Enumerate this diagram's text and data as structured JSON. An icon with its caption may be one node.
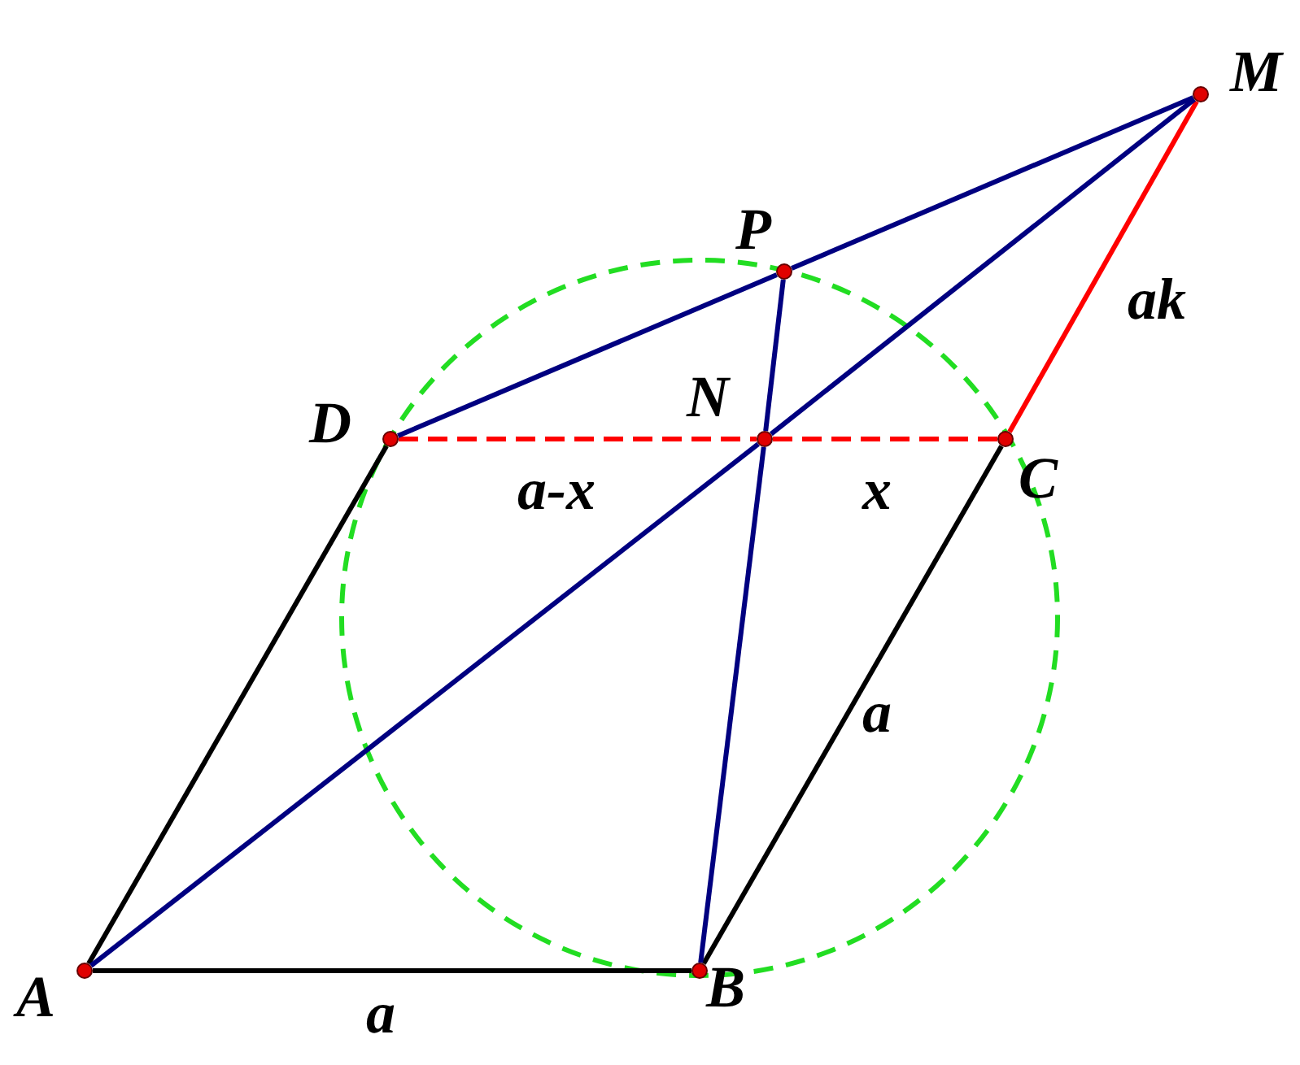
{
  "diagram": {
    "nodes": [
      {
        "text": [
          "M"
        ]
      },
      {
        "text": [
          "P"
        ]
      },
      {
        "text": [
          "D"
        ]
      },
      {
        "text": [
          "N"
        ]
      },
      {
        "text": [
          "C"
        ]
      },
      {
        "text": [
          "A"
        ]
      },
      {
        "text": [
          "B"
        ]
      }
    ],
    "edges": [
      {
        "from": 5,
        "to": 6,
        "arrow": "none",
        "label": "a",
        "color": "#000000"
      },
      {
        "from": 6,
        "to": 4,
        "arrow": "none",
        "label": "a",
        "color": "#000000"
      },
      {
        "from": 5,
        "to": 2,
        "arrow": "none",
        "color": "#000000"
      },
      {
        "from": 2,
        "to": 3,
        "arrow": "none",
        "label": "a-x",
        "style": "dashed",
        "color": "#ff0000"
      },
      {
        "from": 3,
        "to": 4,
        "arrow": "none",
        "label": "x",
        "style": "dashed",
        "color": "#ff0000"
      },
      {
        "from": 4,
        "to": 0,
        "arrow": "none",
        "label": "ak",
        "color": "#ff0000"
      },
      {
        "from": 5,
        "to": 3,
        "arrow": "none"
      },
      {
        "from": 3,
        "to": 0,
        "arrow": "none"
      },
      {
        "from": 2,
        "to": 1,
        "arrow": "none"
      },
      {
        "from": 1,
        "to": 0,
        "arrow": "none"
      },
      {
        "from": 1,
        "to": 3,
        "arrow": "none"
      },
      {
        "from": 3,
        "to": 6,
        "arrow": "none"
      }
    ]
  }
}
